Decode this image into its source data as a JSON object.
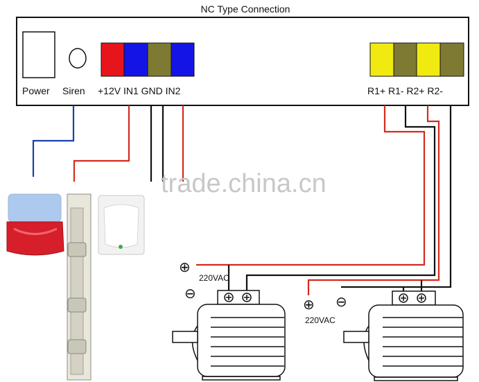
{
  "title": "NC Type Connection",
  "controller": {
    "labels": {
      "power": "Power",
      "siren": "Siren",
      "terminals_left": "+12V IN1 GND IN2",
      "terminals_right": "R1+ R1- R2+ R2-"
    },
    "terminal_colors_left": [
      "#e8141c",
      "#1414e6",
      "#7e7a34",
      "#1414e6"
    ],
    "terminal_colors_right": [
      "#f0ea10",
      "#7e7a34",
      "#f0ea10",
      "#7e7a34"
    ]
  },
  "wiring": {
    "voltage_left": "220VAC",
    "voltage_right": "220VAC",
    "plus_symbol": "⊕",
    "minus_symbol": "⊖"
  },
  "watermark": "trade.china.cn",
  "colors": {
    "wire_red": "#d42a1e",
    "wire_blue": "#1a3faa",
    "wire_black": "#111111",
    "siren_red": "#d61f2a",
    "siren_cap": "#aec9ee"
  }
}
